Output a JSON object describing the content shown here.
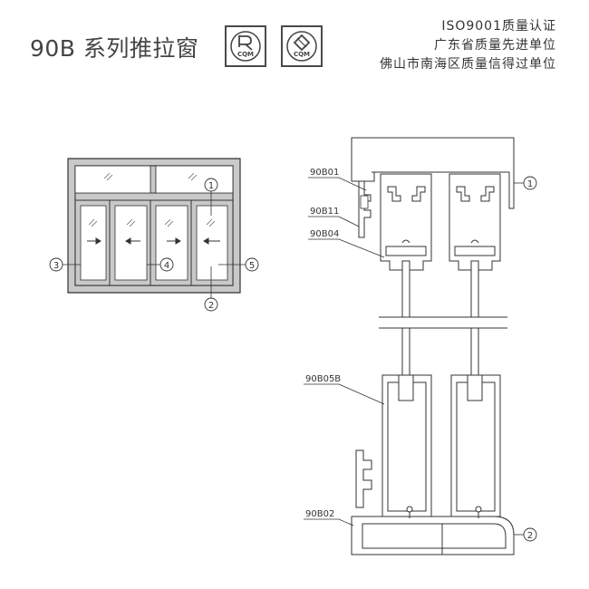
{
  "header": {
    "title": "90B 系列推拉窗",
    "cert_lines": [
      "ISO9001质量认证",
      "广东省质量先进单位",
      "佛山市南海区质量信得过单位"
    ],
    "logos": [
      {
        "icon": "r-mark-icon",
        "caption": "CQM"
      },
      {
        "icon": "q-mark-icon",
        "caption": "CQM"
      }
    ]
  },
  "elevation": {
    "callouts": [
      "1",
      "2",
      "3",
      "4",
      "5"
    ]
  },
  "section": {
    "part_labels": [
      "90B01",
      "90B11",
      "90B04",
      "90B05B",
      "90B02"
    ],
    "callouts": [
      "1",
      "2"
    ]
  },
  "colors": {
    "frame_fill": "#c9c9c9",
    "line": "#333333",
    "text": "#333333"
  }
}
